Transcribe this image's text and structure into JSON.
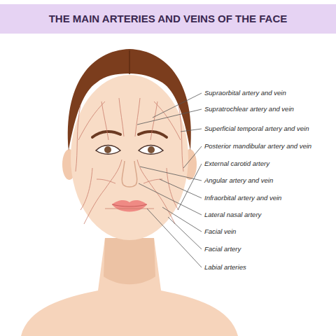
{
  "diagram": {
    "title": "THE MAIN ARTERIES AND VEINS OF THE FACE",
    "labels": [
      "Supraorbital artery and vein",
      "Supratrochlear artery and vein",
      "Superficial temporal artery and vein",
      "Posterior mandibular artery and vein",
      "External carotid artery",
      "Angular artery and vein",
      "Infraorbital artery and vein",
      "Lateral nasal artery",
      "Facial vein",
      "Facial artery",
      "Labial arteries"
    ]
  }
}
